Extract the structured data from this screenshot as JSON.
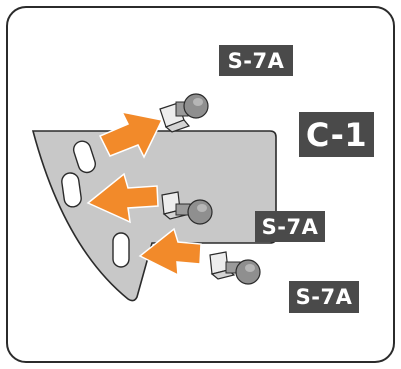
{
  "labels": {
    "part_plate": "C-1",
    "screw_top": "S-7A",
    "screw_middle": "S-7A",
    "screw_bottom": "S-7A"
  },
  "colors": {
    "label_background": "#4a4a4a",
    "label_text": "#ffffff",
    "arrow": "#f28a2a",
    "plate_fill": "#c8c8c8",
    "outline": "#2b2b2b"
  },
  "icons": [
    "screw-icon",
    "screw-icon",
    "screw-icon",
    "arrow-icon",
    "arrow-icon",
    "arrow-icon"
  ]
}
